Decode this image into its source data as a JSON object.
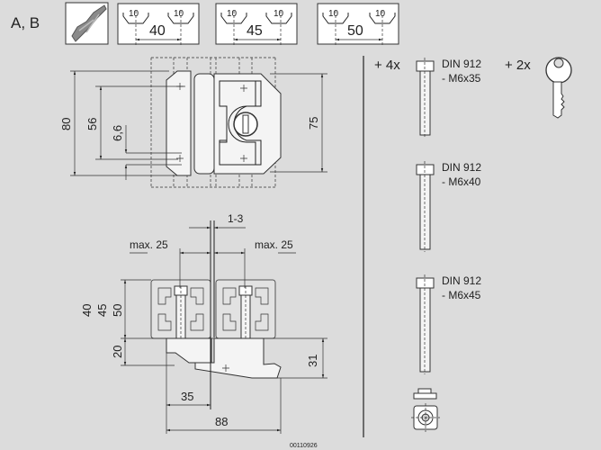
{
  "header": {
    "variant_label": "A, B",
    "drill_icon": "drill-bit-icon",
    "spacing_options": [
      {
        "left_label": "10",
        "right_label": "10",
        "distance": "40"
      },
      {
        "left_label": "10",
        "right_label": "10",
        "distance": "45"
      },
      {
        "left_label": "10",
        "right_label": "10",
        "distance": "50"
      }
    ]
  },
  "top_view": {
    "dims": {
      "height_total": "80",
      "hole_spacing": "56",
      "hole_diameter": "6,6",
      "height_inner": "75"
    }
  },
  "side_view": {
    "dims": {
      "gap": "1-3",
      "max_left": "max. 25",
      "max_right": "max. 25",
      "profile_40": "40",
      "profile_45": "45",
      "profile_50": "50",
      "base": "20",
      "height": "31",
      "offset": "35",
      "width": "88"
    },
    "drawing_number": "00110926"
  },
  "accessories": {
    "screws_quantity": "+ 4x",
    "screws": [
      {
        "standard": "DIN 912",
        "size": "- M6x35"
      },
      {
        "standard": "DIN 912",
        "size": "- M6x40"
      },
      {
        "standard": "DIN 912",
        "size": "- M6x45"
      }
    ],
    "keys_quantity": "+ 2x",
    "key_icon": "key-icon"
  }
}
